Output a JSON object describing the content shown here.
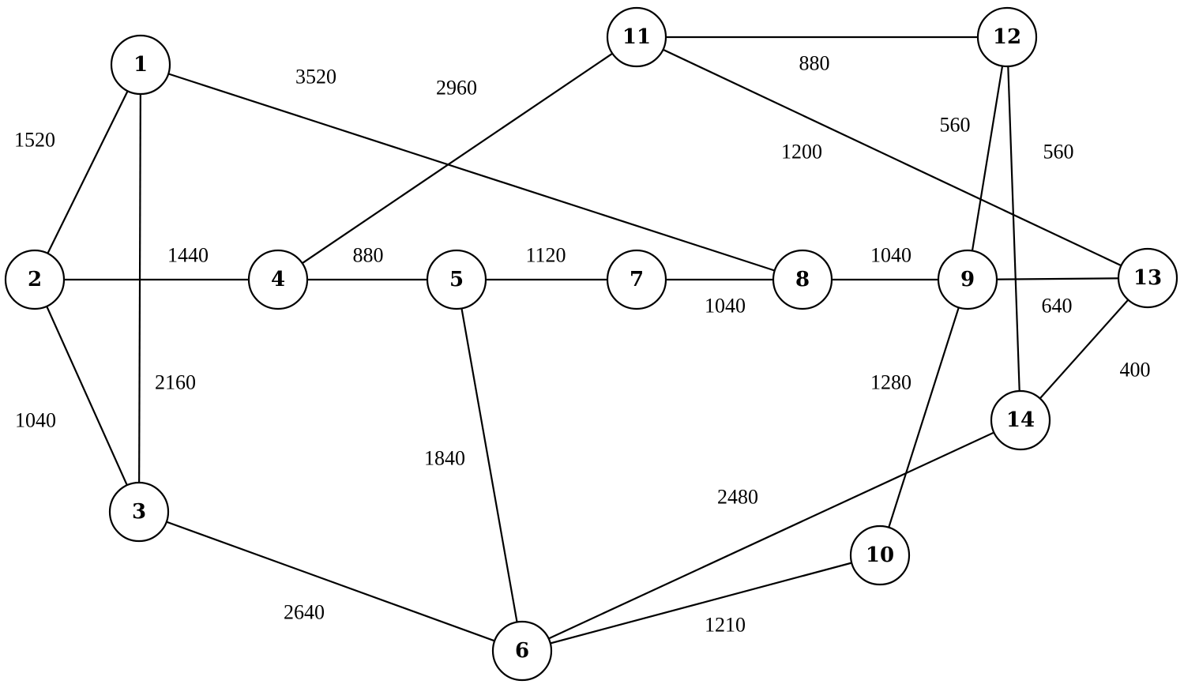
{
  "graph": {
    "nodes": [
      {
        "id": "1",
        "label": "1"
      },
      {
        "id": "2",
        "label": "2"
      },
      {
        "id": "3",
        "label": "3"
      },
      {
        "id": "4",
        "label": "4"
      },
      {
        "id": "5",
        "label": "5"
      },
      {
        "id": "6",
        "label": "6"
      },
      {
        "id": "7",
        "label": "7"
      },
      {
        "id": "8",
        "label": "8"
      },
      {
        "id": "9",
        "label": "9"
      },
      {
        "id": "10",
        "label": "10"
      },
      {
        "id": "11",
        "label": "11"
      },
      {
        "id": "12",
        "label": "12"
      },
      {
        "id": "13",
        "label": "13"
      },
      {
        "id": "14",
        "label": "14"
      }
    ],
    "edges": [
      {
        "from": "1",
        "to": "2",
        "weight": "1520"
      },
      {
        "from": "1",
        "to": "3",
        "weight": "2160"
      },
      {
        "from": "1",
        "to": "8",
        "weight": "3520"
      },
      {
        "from": "2",
        "to": "4",
        "weight": "1440"
      },
      {
        "from": "2",
        "to": "3",
        "weight": "1040"
      },
      {
        "from": "3",
        "to": "6",
        "weight": "2640"
      },
      {
        "from": "4",
        "to": "5",
        "weight": "880"
      },
      {
        "from": "4",
        "to": "11",
        "weight": "2960"
      },
      {
        "from": "5",
        "to": "7",
        "weight": "1120"
      },
      {
        "from": "5",
        "to": "6",
        "weight": "1840"
      },
      {
        "from": "7",
        "to": "8",
        "weight": "1040"
      },
      {
        "from": "8",
        "to": "9",
        "weight": "1040"
      },
      {
        "from": "9",
        "to": "13",
        "weight": "640"
      },
      {
        "from": "9",
        "to": "12",
        "weight": "560"
      },
      {
        "from": "9",
        "to": "10",
        "weight": "1280"
      },
      {
        "from": "11",
        "to": "12",
        "weight": "880"
      },
      {
        "from": "11",
        "to": "13",
        "weight": "1200"
      },
      {
        "from": "12",
        "to": "14",
        "weight": "560"
      },
      {
        "from": "13",
        "to": "14",
        "weight": "400"
      },
      {
        "from": "6",
        "to": "14",
        "weight": "2480"
      },
      {
        "from": "6",
        "to": "10",
        "weight": "1210"
      }
    ]
  }
}
